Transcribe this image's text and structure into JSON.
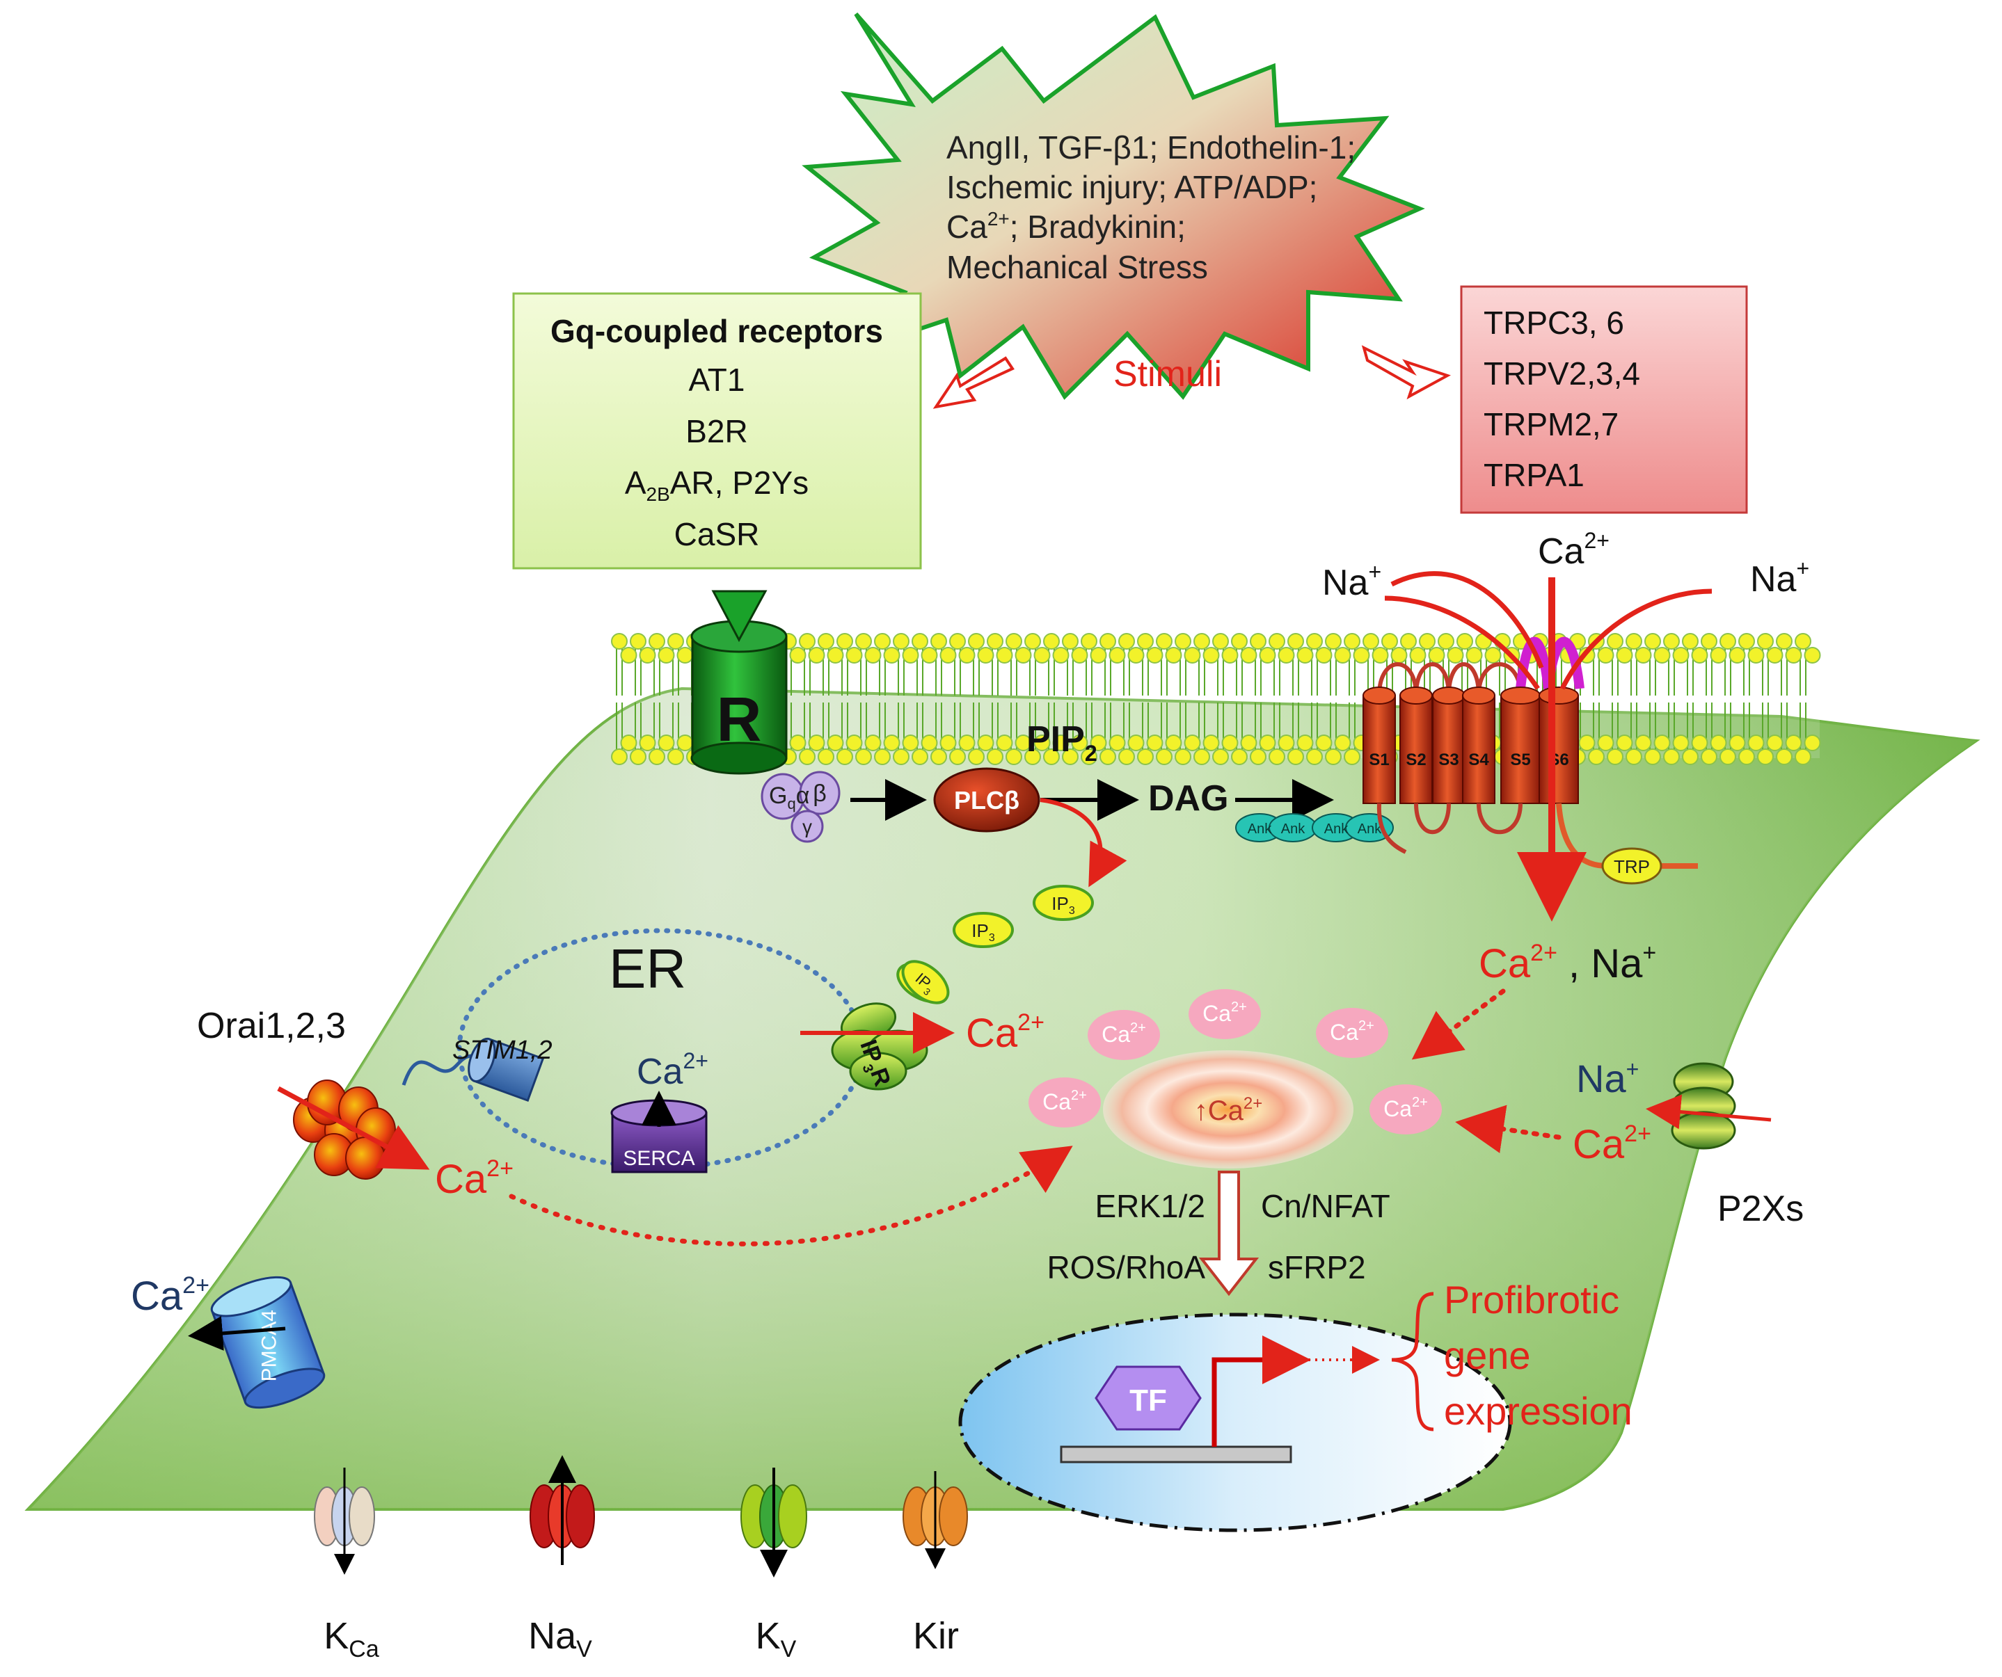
{
  "stimuli": {
    "lines": [
      "AngII, TGF-β1; Endothelin-1;",
      "Ischemic injury; ATP/ADP;",
      "; Bradykinin;",
      "Mechanical Stress"
    ],
    "ca_base": "Ca",
    "ca_sup": "2+",
    "label": "Stimuli"
  },
  "gq_box": {
    "title": "Gq-coupled receptors",
    "items": [
      "AT1",
      "B2R"
    ],
    "a2b_base": "A",
    "a2b_sub": "2B",
    "a2b_rest": "AR, P2Ys",
    "casr": "CaSR"
  },
  "trp_box": {
    "items": [
      "TRPC3, 6",
      "TRPV2,3,4",
      "TRPM2,7",
      "TRPA1"
    ]
  },
  "ions": {
    "na": "Na",
    "na_sup": "+",
    "ca": "Ca",
    "ca_sup": "2+",
    "ca_na_joiner": " , Na"
  },
  "receptor": {
    "label": "R"
  },
  "gprotein": {
    "gq": "G",
    "gq_sub": "q",
    "alpha": "α",
    "beta": "β",
    "gamma": "γ"
  },
  "signaling": {
    "plc": "PLCβ",
    "pip2_base": "PIP",
    "pip2_sub": "2",
    "dag": "DAG",
    "ank": "Ank",
    "ip3_base": "IP",
    "ip3_sub": "3",
    "ip3r_base": "IP",
    "ip3r_sub": "3",
    "ip3r_rest": "R"
  },
  "trp_channel": {
    "segments": [
      "S1",
      "S2",
      "S3",
      "S4",
      "S5",
      "S6"
    ],
    "tail_label": "TRP"
  },
  "er": {
    "label": "ER",
    "stim": "STIM1,2",
    "serca": "SERCA",
    "orai": "Orai1,2,3"
  },
  "pmca": {
    "label": "PMCA4"
  },
  "central": {
    "ca_label": "↑Ca"
  },
  "pathways": {
    "left": [
      "ERK1/2",
      "ROS/RhoA"
    ],
    "right": [
      "Cn/NFAT",
      "sFRP2"
    ]
  },
  "nucleus": {
    "tf": "TF",
    "outcome": [
      "Profibrotic",
      "gene",
      "expression"
    ]
  },
  "p2x": {
    "label": "P2Xs"
  },
  "channels": [
    {
      "base": "K",
      "sub": "Ca"
    },
    {
      "base": "Na",
      "sub": "V"
    },
    {
      "base": "K",
      "sub": "V"
    },
    {
      "base": "Kir",
      "sub": ""
    }
  ],
  "colors": {
    "red": "#e2231a",
    "navy": "#1f3864",
    "green": "#7ab648",
    "lipid": "#f2f22a"
  }
}
